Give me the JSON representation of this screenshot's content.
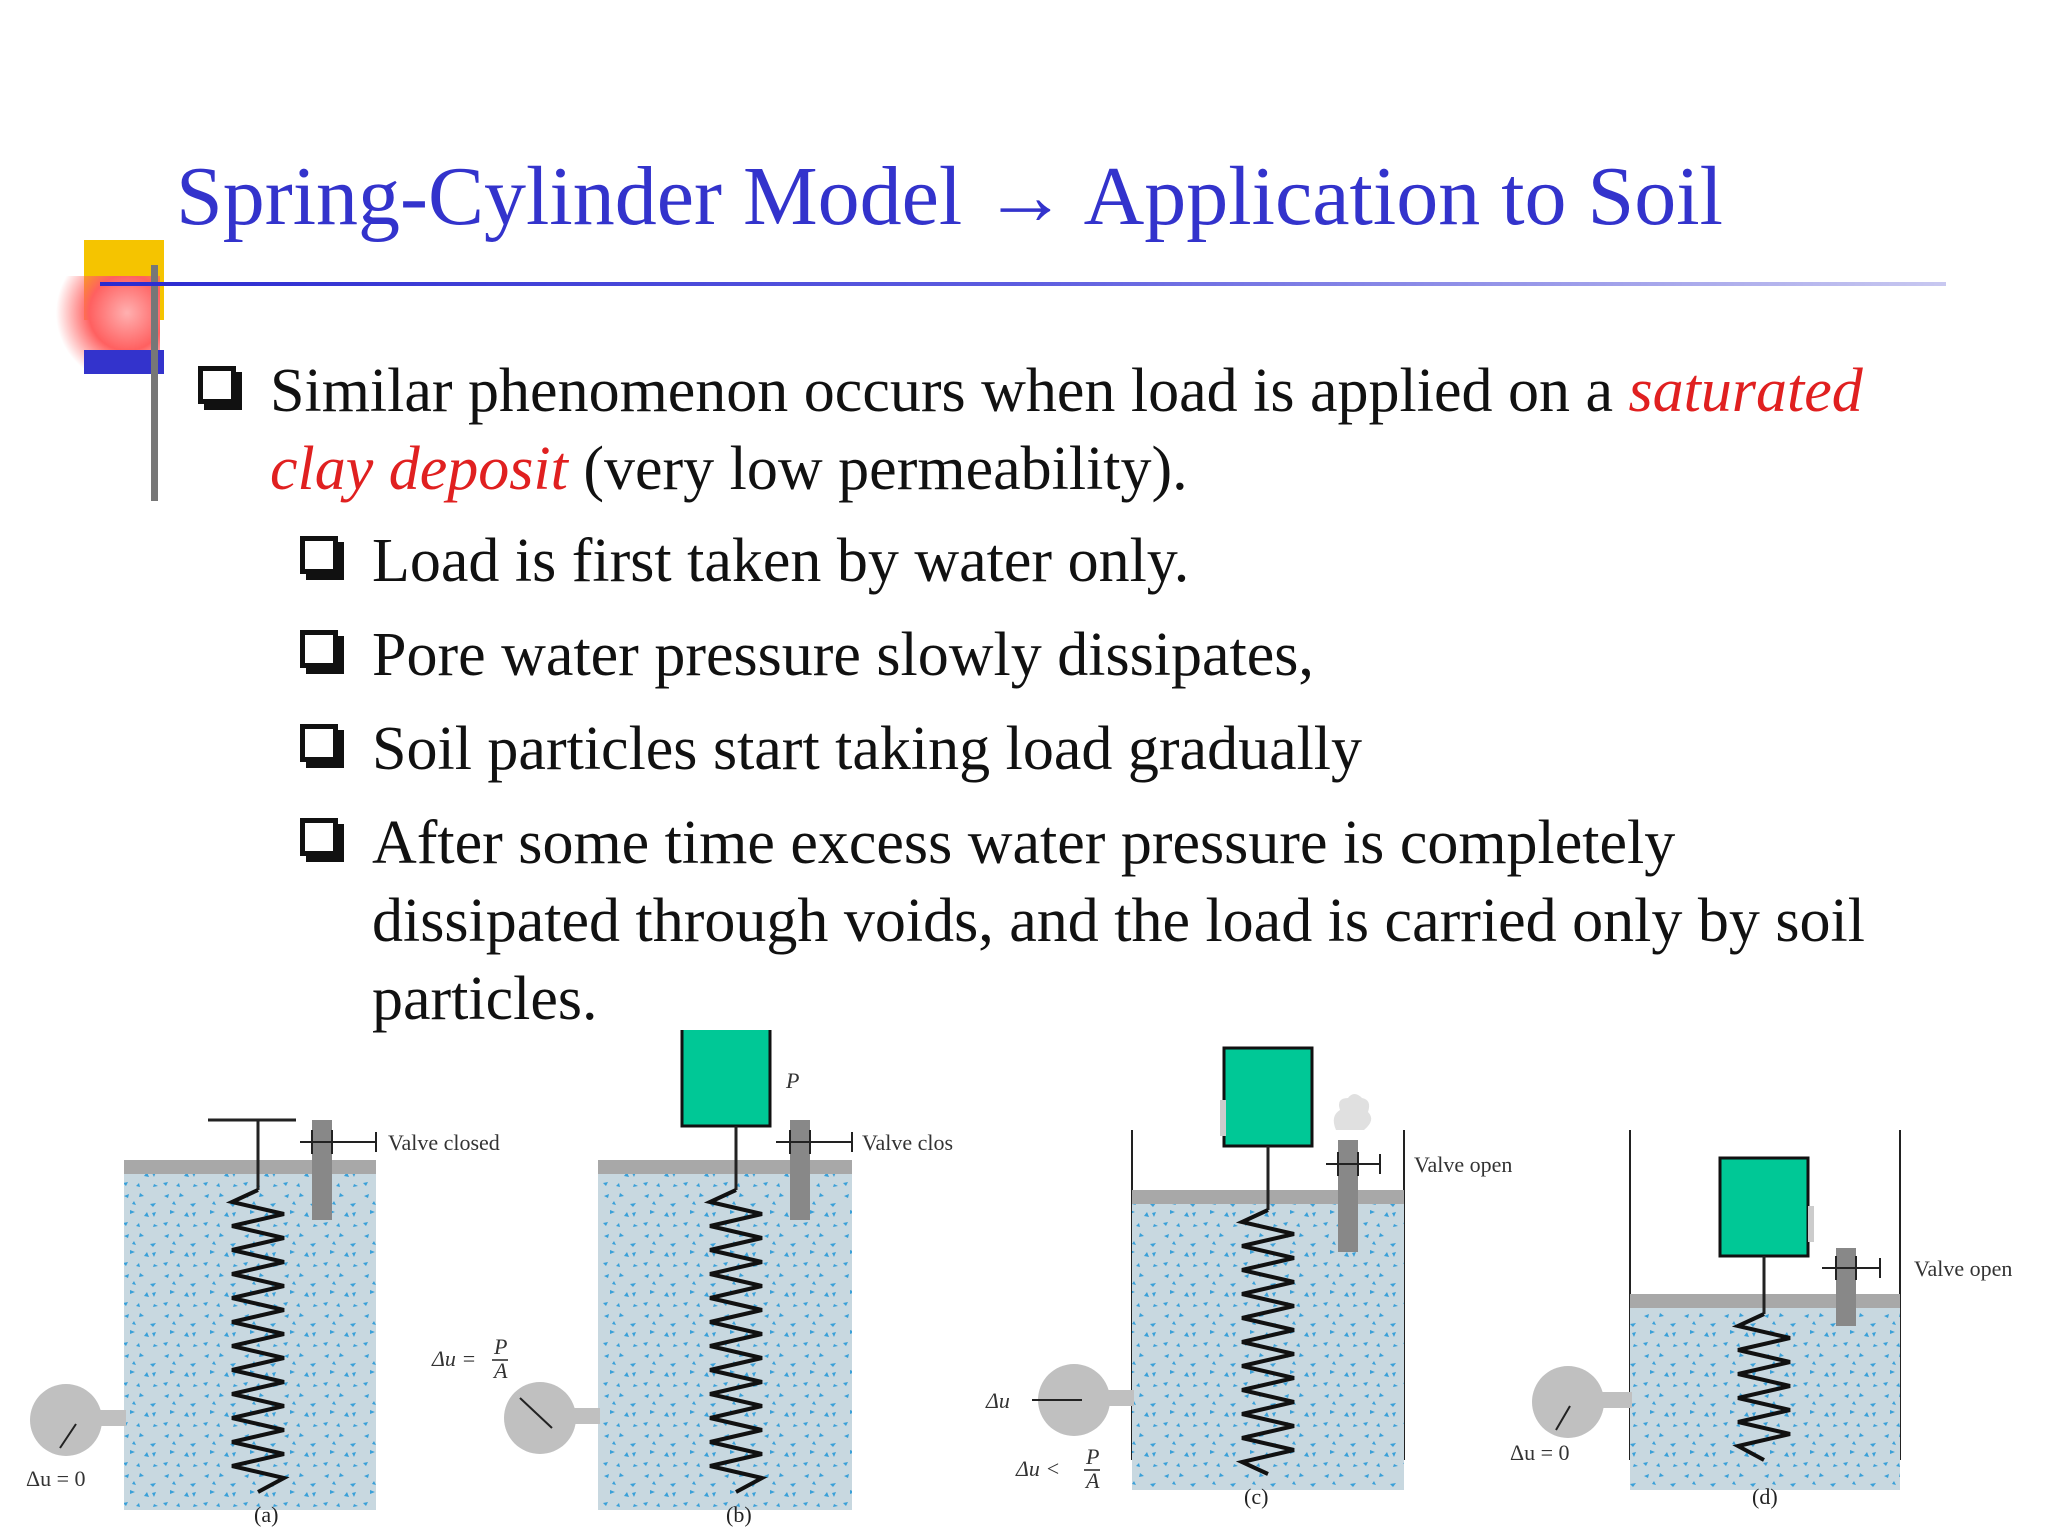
{
  "slide": {
    "title": "Spring-Cylinder Model → Application to Soil",
    "bullet1": {
      "before": "Similar phenomenon occurs when load is applied on a ",
      "emphasis_line1": "saturated",
      "emphasis_line2": "clay deposit",
      "after": " (very low permeability)."
    },
    "subbullets": [
      "Load is first taken by water only.",
      "Pore water pressure slowly dissipates,",
      "Soil particles start taking load gradually",
      "After some time excess water pressure is completely dissipated through voids, and the load is carried only by soil particles."
    ],
    "subbullet4_lines": [
      "After some time excess water pressure is completely",
      "dissipated through voids, and the load is carried only by soil",
      "particles."
    ]
  },
  "figure": {
    "panels": [
      {
        "caption": "(a)",
        "valve_label": "Valve closed",
        "gauge_label": "Δu = 0"
      },
      {
        "caption": "(b)",
        "valve_label": "Valve clos",
        "load_label": "P",
        "gauge_label": "Δu =",
        "gauge_frac_num": "P",
        "gauge_frac_den": "A"
      },
      {
        "caption": "(c)",
        "valve_label": "Valve open",
        "gauge_label_top": "Δu",
        "gauge_label": "Δu <",
        "gauge_frac_num": "P",
        "gauge_frac_den": "A"
      },
      {
        "caption": "(d)",
        "valve_label": "Valve open",
        "gauge_label": "Δu = 0"
      }
    ],
    "colors": {
      "load": "#00c896",
      "water": "#c8d8e0",
      "speckle": "#3aa0d8",
      "lid": "#a8a8a8",
      "gauge": "#c0c0c0"
    }
  },
  "theme": {
    "title_color": "#3333cc",
    "emphasis_color": "#e02020"
  }
}
